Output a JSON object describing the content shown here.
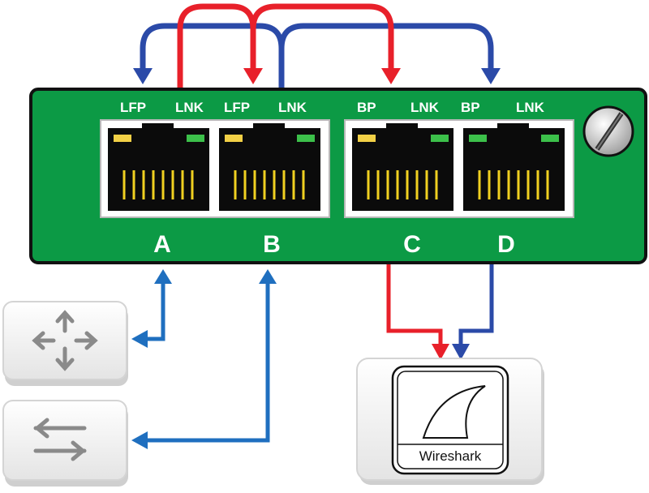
{
  "card": {
    "color": "#0c9a45",
    "ports": [
      {
        "id": "A",
        "letter": "A",
        "label_left": "LFP",
        "label_right": "LNK"
      },
      {
        "id": "B",
        "letter": "B",
        "label_left": "LFP",
        "label_right": "LNK"
      },
      {
        "id": "C",
        "letter": "C",
        "label_left": "BP",
        "label_right": "LNK"
      },
      {
        "id": "D",
        "letter": "D",
        "label_left": "BP",
        "label_right": "LNK"
      }
    ]
  },
  "devices": {
    "router_icon": "router-icon",
    "switch_icon": "switch-icon",
    "monitor_app": "Wireshark"
  },
  "colors": {
    "red_link": "#e8202a",
    "blue_link": "#2b4aa8",
    "lightblue_link": "#1f6fbf",
    "led_yellow": "#f2d046",
    "led_green": "#3cc04a",
    "pins": "#f0d020"
  }
}
